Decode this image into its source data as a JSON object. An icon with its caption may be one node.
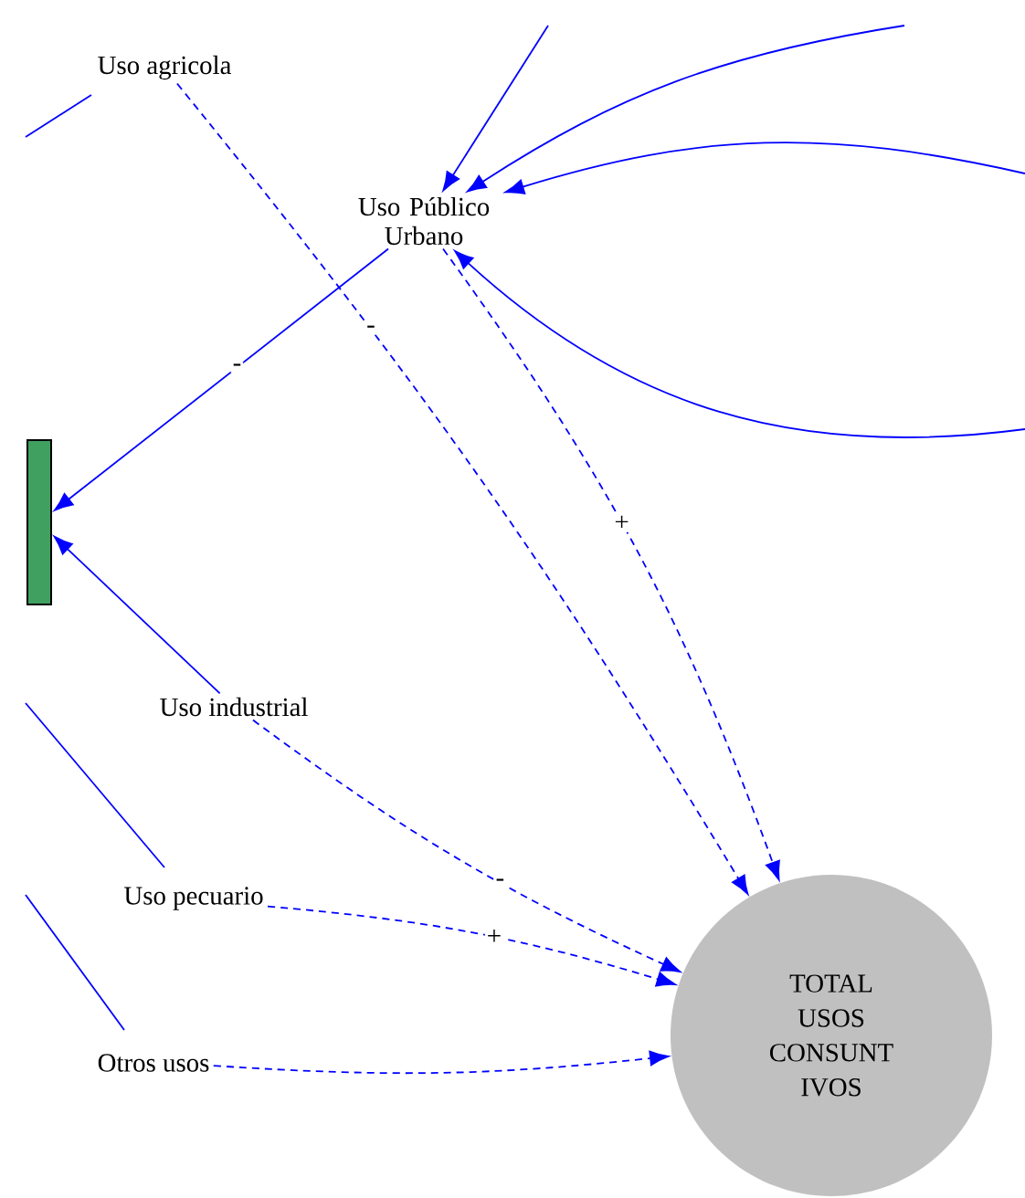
{
  "diagram": {
    "nodes": [
      {
        "text": [
          "Uso agricola"
        ]
      },
      {
        "text": [
          "Uso Público Urbano"
        ]
      },
      {
        "text": [],
        "shape": "box"
      },
      {
        "text": [
          "Uso industrial"
        ]
      },
      {
        "text": [
          "Uso pecuario"
        ]
      },
      {
        "text": [
          "Otros usos"
        ]
      },
      {
        "text": [
          "TOTAL USOS CONSUNT IVOS"
        ]
      }
    ],
    "edges": [
      {
        "from": 0,
        "to": 6,
        "arrow": "to",
        "style": "dashed",
        "label": "-"
      },
      {
        "from": 1,
        "to": 6,
        "arrow": "to",
        "style": "dashed",
        "label": "+"
      },
      {
        "from": 1,
        "to": 2,
        "arrow": "to",
        "label": "-"
      },
      {
        "from": 3,
        "to": 2,
        "arrow": "to"
      },
      {
        "from": 3,
        "to": 6,
        "arrow": "to",
        "style": "dashed",
        "label": "-"
      },
      {
        "from": 4,
        "to": 6,
        "arrow": "to",
        "style": "dashed",
        "label": "+"
      },
      {
        "from": 5,
        "to": 6,
        "arrow": "to",
        "style": "dashed"
      },
      {
        "from": null,
        "to": 1,
        "arrow": "to"
      },
      {
        "from": null,
        "to": 1,
        "arrow": "to"
      },
      {
        "from": null,
        "to": 1,
        "arrow": "to"
      },
      {
        "from": null,
        "to": 1,
        "arrow": "to"
      },
      {
        "from": 0,
        "to": null,
        "arrow": "none"
      },
      {
        "from": 4,
        "to": null,
        "arrow": "none"
      },
      {
        "from": 5,
        "to": null,
        "arrow": "none"
      }
    ]
  }
}
